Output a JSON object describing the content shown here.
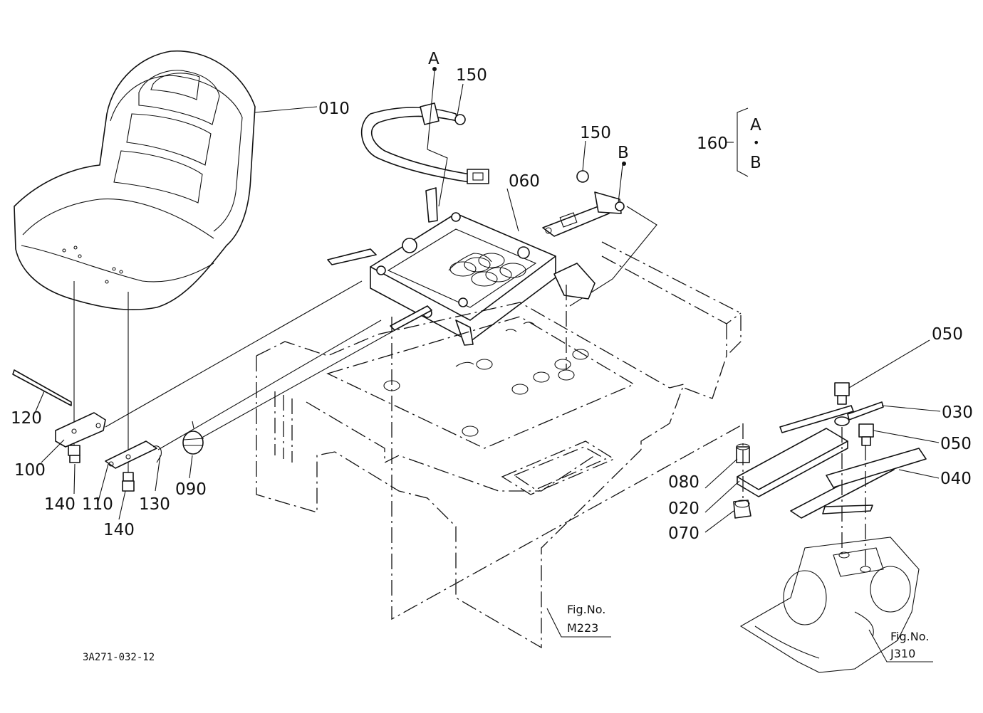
{
  "labels": {
    "p010": "010",
    "p020": "020",
    "p030": "030",
    "p040": "040",
    "p050a": "050",
    "p050b": "050",
    "p060": "060",
    "p070": "070",
    "p080": "080",
    "p090": "090",
    "p100": "100",
    "p110": "110",
    "p120": "120",
    "p130": "130",
    "p140a": "140",
    "p140b": "140",
    "p150a": "150",
    "p150b": "150",
    "p160": "160",
    "refA_top": "A",
    "refB_top": "B",
    "legendA": "A",
    "legendDot": "•",
    "legendB": "B"
  },
  "figrefs": {
    "m223_line1": "Fig.No.",
    "m223_line2": "M223",
    "j310_line1": "Fig.No.",
    "j310_line2": "J310"
  },
  "drawing_code": "3A271-032-12"
}
